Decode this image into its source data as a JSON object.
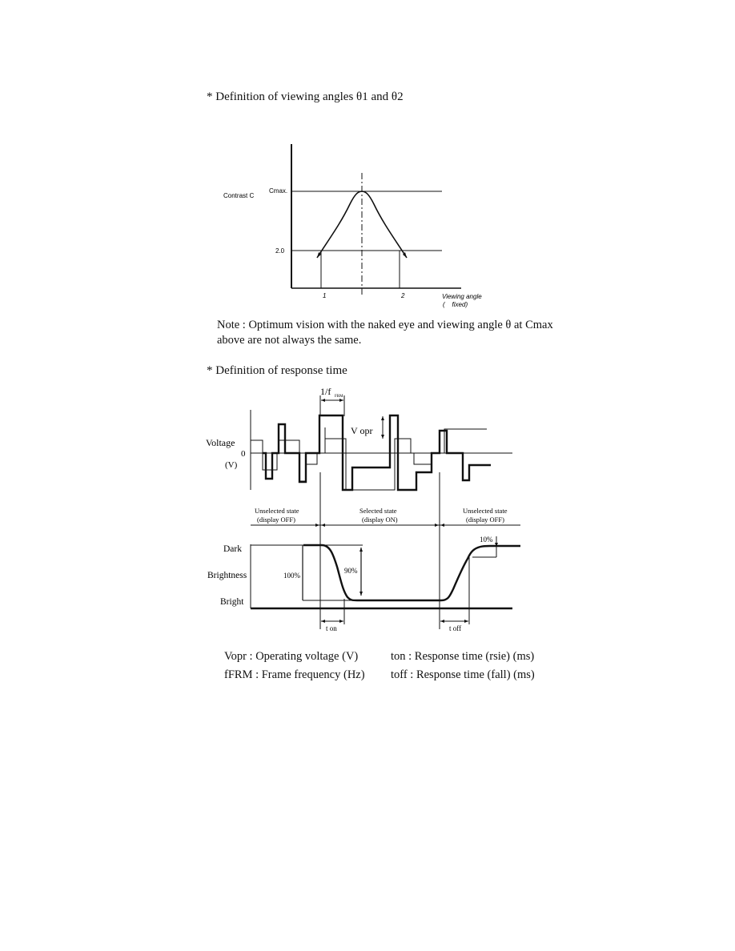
{
  "viewing": {
    "heading": "* Definition of viewing angles θ1 and θ2",
    "y_label": "Contrast C",
    "cmax_label": "Cmax.",
    "level_label": "2.0",
    "x_label": "Viewing angle",
    "x_sublabel": "(    fixed)",
    "tick_1": "1",
    "tick_2": "2",
    "note_line1": "Note : Optimum vision with the naked eye and viewing angle θ at Cmax",
    "note_line2": "above are not always the same."
  },
  "response": {
    "heading": "* Definition of response time",
    "frame_label": "1/f",
    "frame_sub": "FRM",
    "vopr_label": "V opr",
    "voltage_label": "Voltage",
    "zero_label": "0",
    "unit_label": "(V)",
    "state_unselected_1": "Unselected state",
    "state_unselected_1_sub": "(display OFF)",
    "state_selected": "Selected state",
    "state_selected_sub": "(display ON)",
    "state_unselected_2": "Unselected state",
    "state_unselected_2_sub": "(display OFF)",
    "dark_label": "Dark",
    "brightness_label": "Brightness",
    "bright_label": "Bright",
    "pct_100": "100%",
    "pct_90": "90%",
    "pct_10": "10%",
    "ton_label": "t on",
    "toff_label": "t off",
    "legend_vopr": "Vopr : Operating voltage (V)",
    "legend_ffrm": "fFRM : Frame frequency (Hz)",
    "legend_ton": "ton : Response time (rsie) (ms)",
    "legend_toff": "toff : Response time (fall) (ms)"
  }
}
